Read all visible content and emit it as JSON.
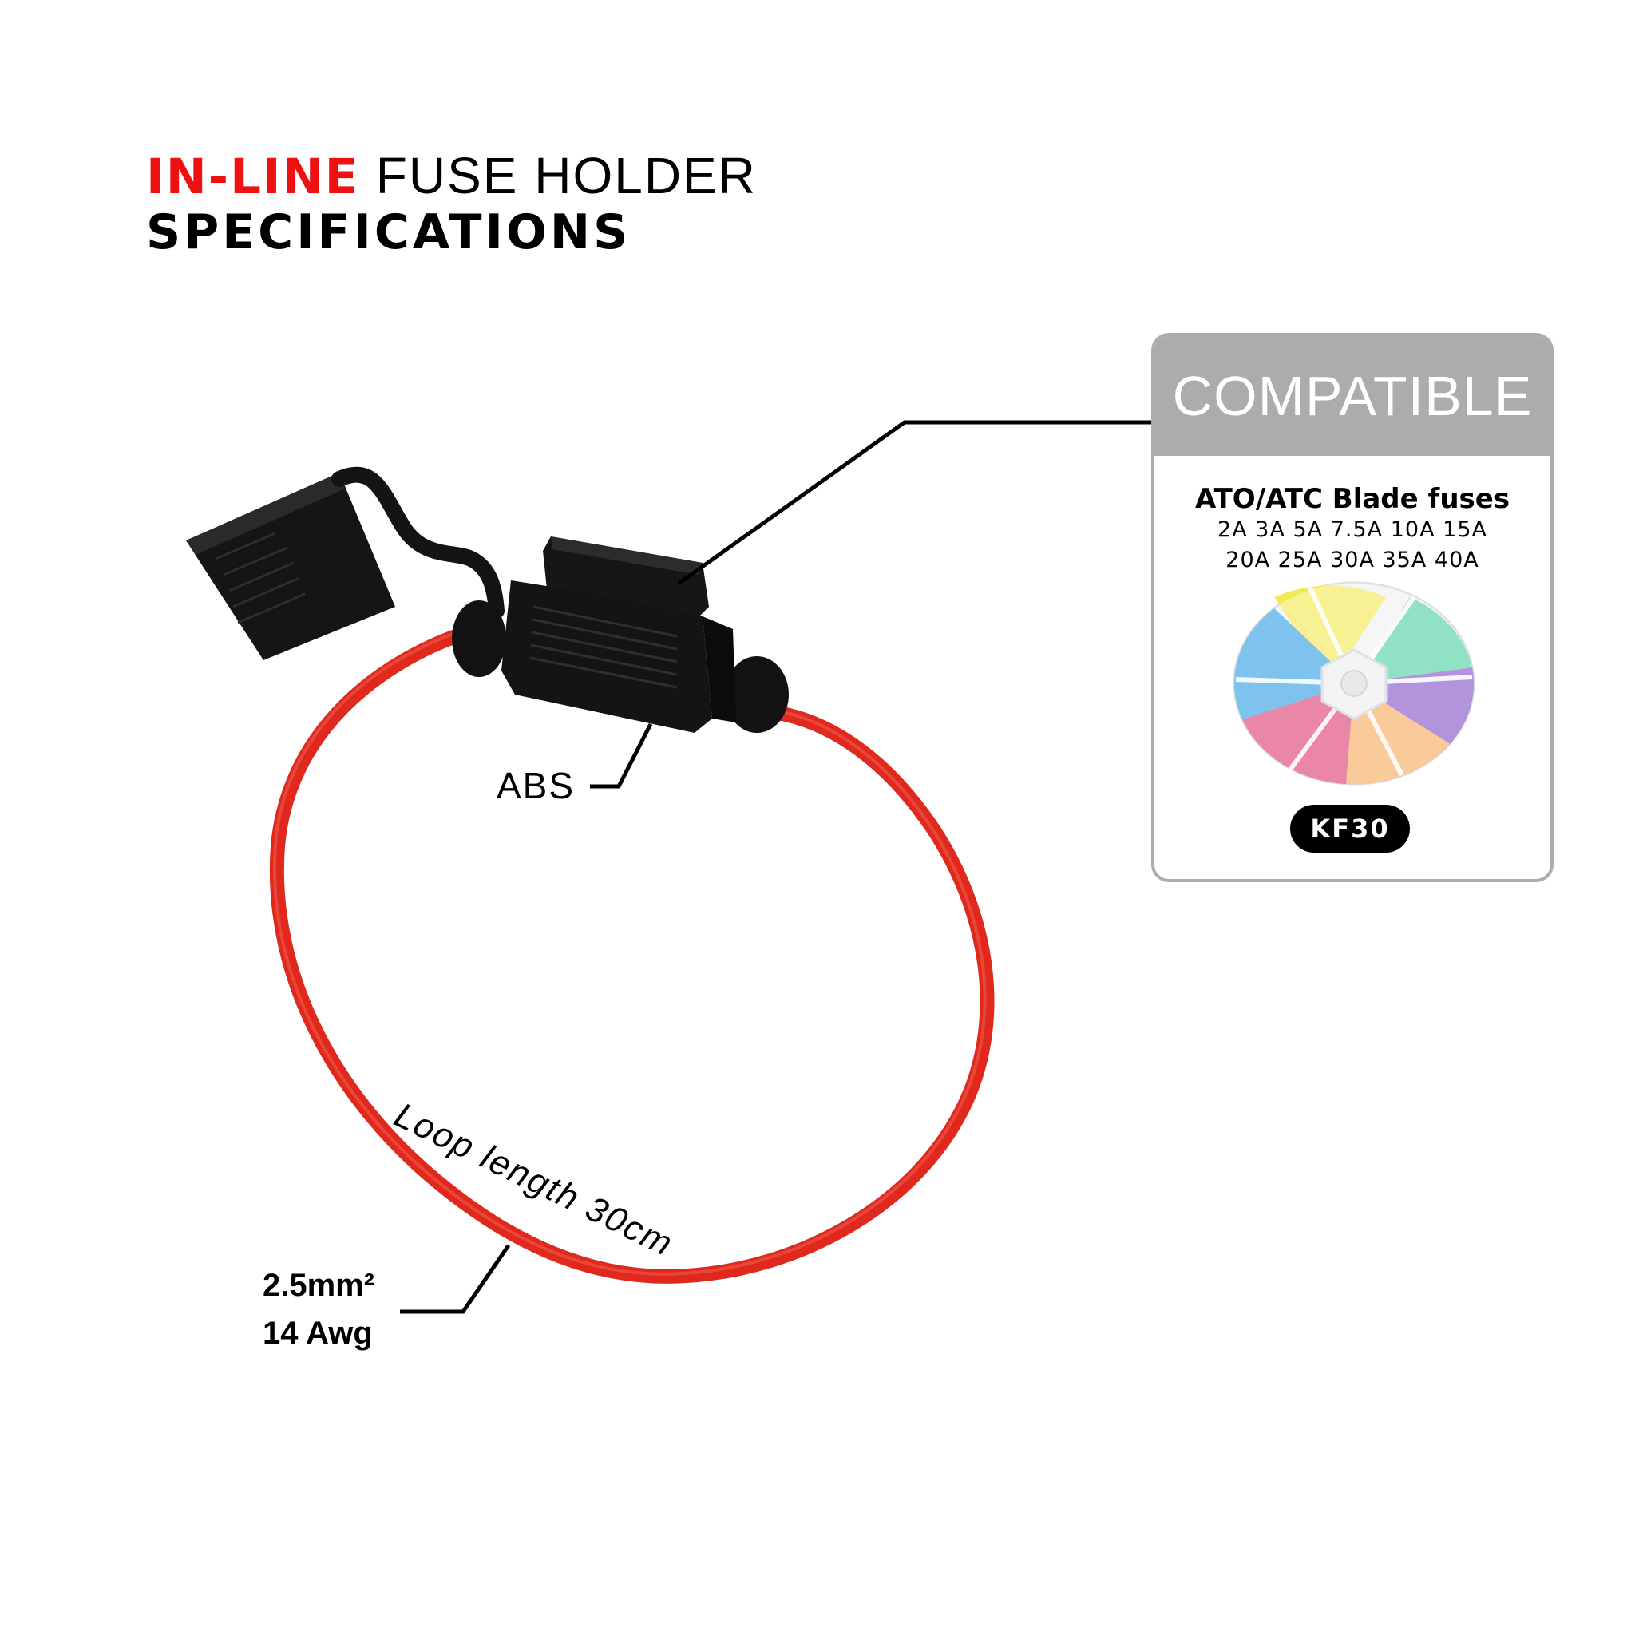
{
  "title": {
    "accent": "IN-LINE",
    "rest": "FUSE HOLDER",
    "line2": "SPECIFICATIONS",
    "accent_color": "#ee1111"
  },
  "product": {
    "name": "in-line fuse holder with red wire loop",
    "wire_color": "#e0281c",
    "housing_color": "#111111"
  },
  "labels": {
    "material": "ABS",
    "loop_length": "Loop length 30cm",
    "wire_gauge_line1": "2.5mm²",
    "wire_gauge_line2": "14 Awg"
  },
  "compatible_card": {
    "header": "COMPATIBLE",
    "header_bg": "#acacac",
    "fuse_type": "ATO/ATC Blade fuses",
    "ratings_line1": "2A 3A 5A 7.5A 10A 15A",
    "ratings_line2": "20A 25A 30A 35A 40A",
    "badge": "KF30",
    "fuse_box_colors": [
      "#f3ea5a",
      "#56d3a6",
      "#8b5bc9",
      "#f6b064",
      "#df4777",
      "#3aa3e5"
    ]
  }
}
